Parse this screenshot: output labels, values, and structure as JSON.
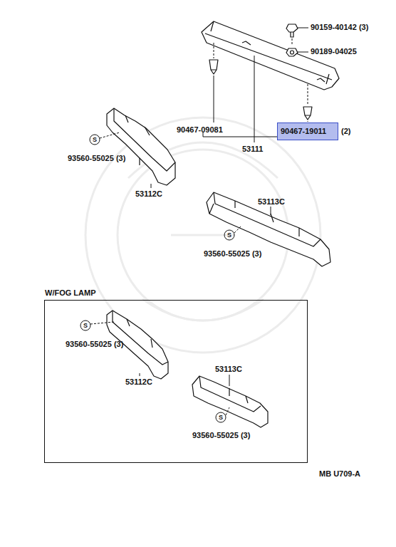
{
  "diagram": {
    "nodes": [
      {
        "text": [
          "W/FOG LAMP"
        ]
      },
      {
        "text": [
          "90467-19011"
        ]
      }
    ],
    "labels": [
      "90159-40142 (3)",
      "90189-04025",
      "90467-09081",
      "(2)",
      "53111",
      "S",
      "93560-55025 (3)",
      "53112C",
      "53113C",
      "S",
      "93560-55025 (3)",
      "S",
      "93560-55025 (3)",
      "53112C",
      "53113C",
      "S",
      "93560-55025 (3)",
      "MB U709-A"
    ]
  }
}
